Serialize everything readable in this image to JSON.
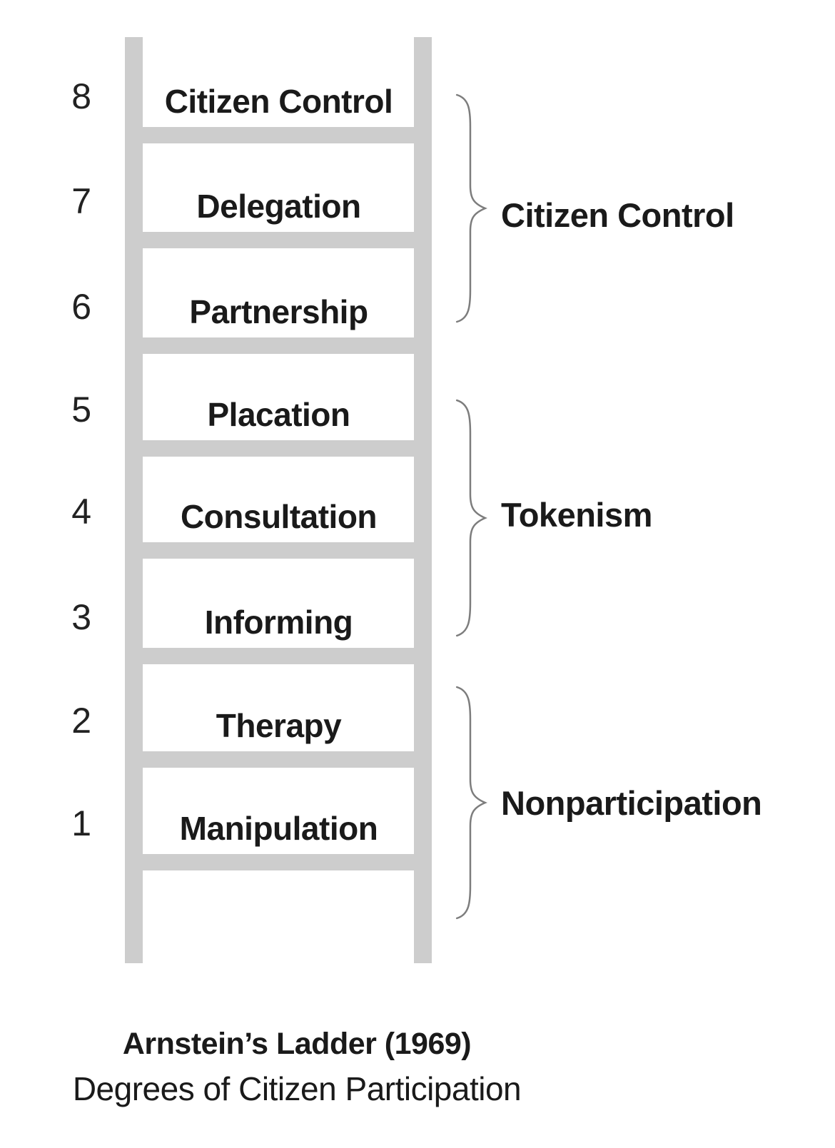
{
  "diagram": {
    "background": "#ffffff",
    "ladder_color": "#cdcdcd",
    "text_color": "#1a1a1a",
    "brace_color": "#7d7d7d"
  },
  "ladder": {
    "levels": [
      {
        "number": "8",
        "label": "Citizen Control"
      },
      {
        "number": "7",
        "label": "Delegation"
      },
      {
        "number": "6",
        "label": "Partnership"
      },
      {
        "number": "5",
        "label": "Placation"
      },
      {
        "number": "4",
        "label": "Consultation"
      },
      {
        "number": "3",
        "label": "Informing"
      },
      {
        "number": "2",
        "label": "Therapy"
      },
      {
        "number": "1",
        "label": "Manipulation"
      }
    ]
  },
  "groups": [
    {
      "label": "Citizen Control",
      "levels": [
        8,
        7,
        6
      ]
    },
    {
      "label": "Tokenism",
      "levels": [
        5,
        4,
        3
      ]
    },
    {
      "label": "Nonparticipation",
      "levels": [
        2,
        1
      ]
    }
  ],
  "caption": {
    "title": "Arnstein’s Ladder (1969)",
    "subtitle": "Degrees of Citizen Participation"
  }
}
